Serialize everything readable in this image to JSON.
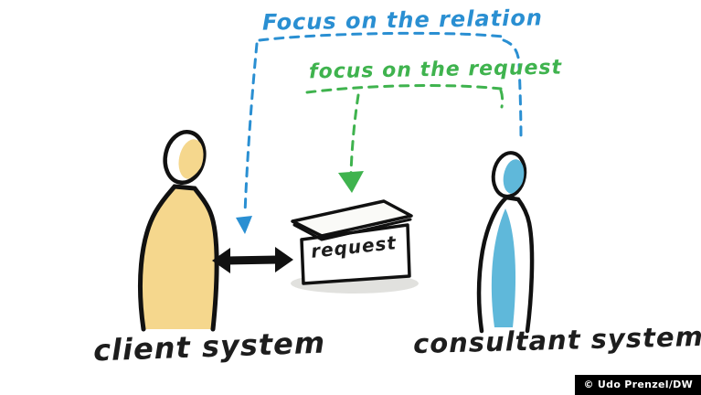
{
  "diagram": {
    "title": "client system / consultant system relation sketch",
    "annotations": {
      "relation": {
        "label": "Focus on the relation",
        "color": "#2a8fd2"
      },
      "request_focus": {
        "label": "focus on the request",
        "color": "#3fb34e"
      }
    },
    "box": {
      "label": "request"
    },
    "figures": {
      "client": {
        "label": "client system",
        "fill": "#f5d78d"
      },
      "consultant": {
        "label": "consultant system",
        "fill": "#5fb8da"
      }
    },
    "connector_icons": {
      "relation_arrowhead": "down-arrowhead-blue",
      "request_arrowhead": "down-arrowhead-green",
      "exchange_arrow": "double-headed-arrow"
    },
    "credit": "© Udo Prenzel/DW"
  }
}
